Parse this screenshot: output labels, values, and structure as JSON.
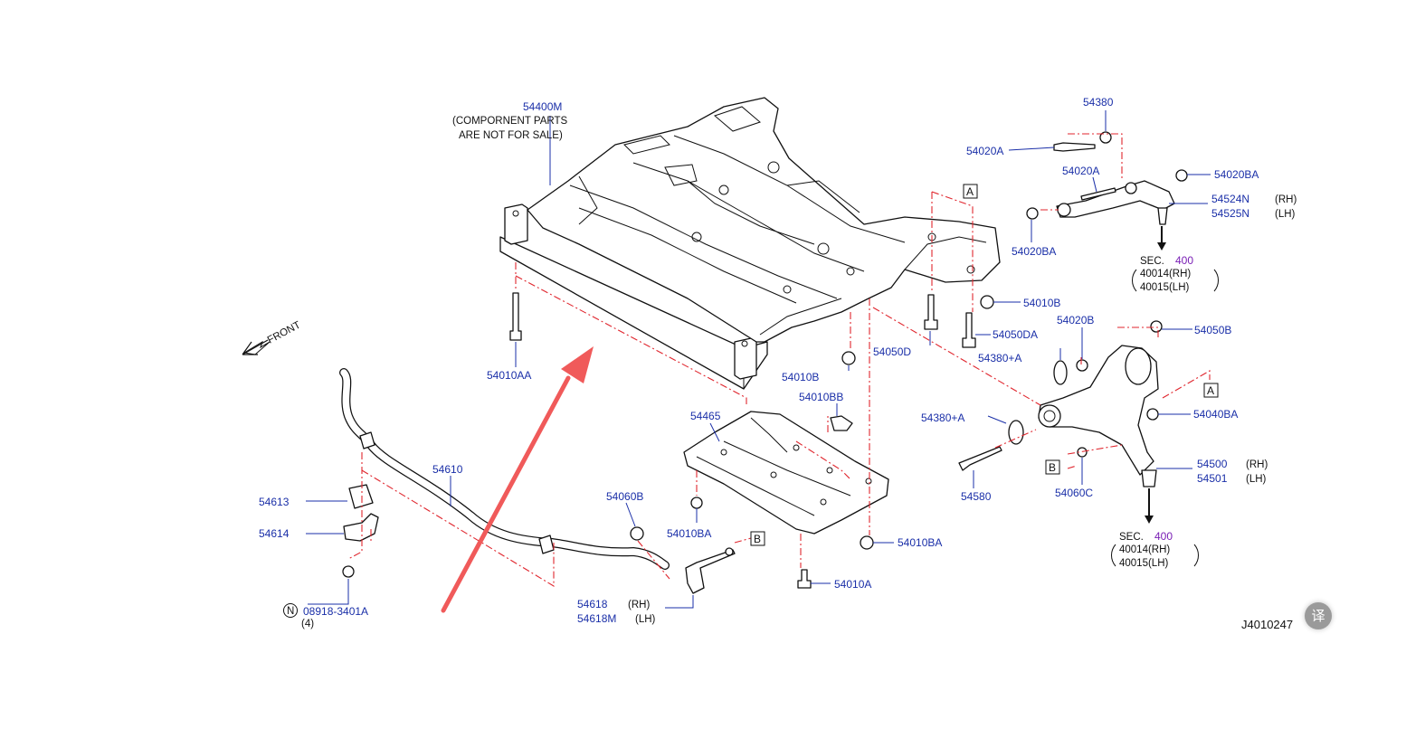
{
  "diagram": {
    "figure_code": "J4010247",
    "front_label": "FRONT",
    "note_line1": "(COMPORNENT  PARTS",
    "note_line2": "ARE  NOT  FOR  SALE)",
    "parts": {
      "p54400M": "54400M",
      "p54380": "54380",
      "p54020A_1": "54020A",
      "p54020A_2": "54020A",
      "p54020BA_1": "54020BA",
      "p54020BA_2": "54020BA",
      "p54524N": "54524N",
      "p54525N": "54525N",
      "p54010B_1": "54010B",
      "p54010B_2": "54010B",
      "p54050DA": "54050DA",
      "p54050D": "54050D",
      "p54020B": "54020B",
      "p54050B": "54050B",
      "p54380A_1": "54380+A",
      "p54380A_2": "54380+A",
      "p54010AA": "54010AA",
      "p54010BB": "54010BB",
      "p54465": "54465",
      "p54040BA": "54040BA",
      "p54610": "54610",
      "p54613": "54613",
      "p54614": "54614",
      "p54060B": "54060B",
      "p54010BA_1": "54010BA",
      "p54010BA_2": "54010BA",
      "p54580": "54580",
      "p54060C": "54060C",
      "p54500": "54500",
      "p54501": "54501",
      "p54618": "54618",
      "p54618M": "54618M",
      "p54010A": "54010A",
      "p08918": "08918-3401A",
      "qty": "(4)"
    },
    "side": {
      "rh": "(RH)",
      "lh": "(LH)"
    },
    "sec_ref": {
      "sec": "SEC.",
      "num": "400",
      "rh": "40014(RH)",
      "lh": "40015(LH)"
    },
    "callouts": {
      "a": "A",
      "b": "B",
      "n": "N"
    },
    "translate_button": "译",
    "colors": {
      "part_number": "#1a2fa8",
      "centerline": "#e0262e",
      "arrow": "#f05a5a",
      "sec_number": "#7a1fb5"
    }
  }
}
